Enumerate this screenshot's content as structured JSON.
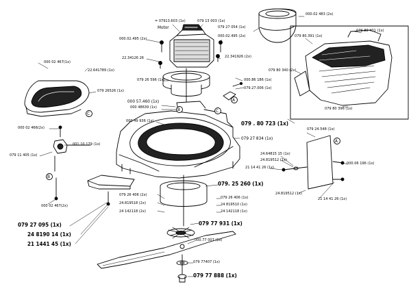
{
  "labels": {
    "motor_part": "= 07913.603 (1x)",
    "motor_word": "Motor",
    "p_0791300": "079 13 003 (1x)",
    "p_0791305": "079 27 054 (1x)",
    "p_0002483": "000.02 483 (2x)",
    "p_0002495a": "000.02.495 (2x)",
    "p_0002495b": "000.02.495 (2x)",
    "p_2234126a": "22.34126 26",
    "p_2234126b": "22.341926 (2x)",
    "p_0002467": "000 02 467(1x)",
    "p_2264178": "22.641789 (1x)",
    "p_0792659": "079 26 596 (1x)",
    "p_0792652": "079 26526 (1x)",
    "p_0008618": "000.86 186 (1x)",
    "p_0792700": "079.27.006 (1x)",
    "p_0794600": "079 80.391 (1x)",
    "p_0798040": "079 80 401 (1x)",
    "p_0798034": "079 80 340 (2x)",
    "p_0798039": "079 80 396 (1x)",
    "p_0798072": "079 . 80 723 (1x)",
    "p_0005746": "000 57.460 (1x)",
    "p_0004863": "000 48639 (1x)",
    "p_0004993": "000 49 936 (1x)",
    "p_0792783": "079 27 834 (1x)",
    "p_0792454": "079 24.548 (1x)",
    "p_0002466": "000 02 466(2x)",
    "p_0011017": "001.10 179 (1x)",
    "p_0791140": "079 11 405 (1x)",
    "p_2464815": "24.64815 15 (1x)",
    "p_2481951a": "24.819512 (1x)",
    "p_2114412a": "21 14 41 26 (1x)",
    "p_0000619": "000.06 196 (1x)",
    "p_2481951b": "24.819512 (1x)",
    "p_2114412b": "21 14 41 26 (1x)",
    "p_0792526": "079. 25 260 (1x)",
    "p_0792640a": "079 26 406 (1x)",
    "p_2481951c": "24 819510 (1x)",
    "p_2414211a": "24 142118 (1x)",
    "p_0792640b": "079 26 406 (2x)",
    "p_2481951d": "24.819518 (2x)",
    "p_2414211b": "24 142118 (2x)",
    "p_0002467b": "000 02 467(2x)",
    "p_0792709": "079 27 095 (1x)",
    "p_2481901": "24 8190 14 (1x)",
    "p_2114414": "21 1441 45 (1x)",
    "p_0797793": "079 77 931 (1x)",
    "p_0007700": "000.77 007 (1x)",
    "p_0797740": "079 77407 (1x)",
    "p_0797788": "079 77 888 (1x)"
  },
  "markers": {
    "A": "A",
    "B": "B",
    "C": "C"
  }
}
